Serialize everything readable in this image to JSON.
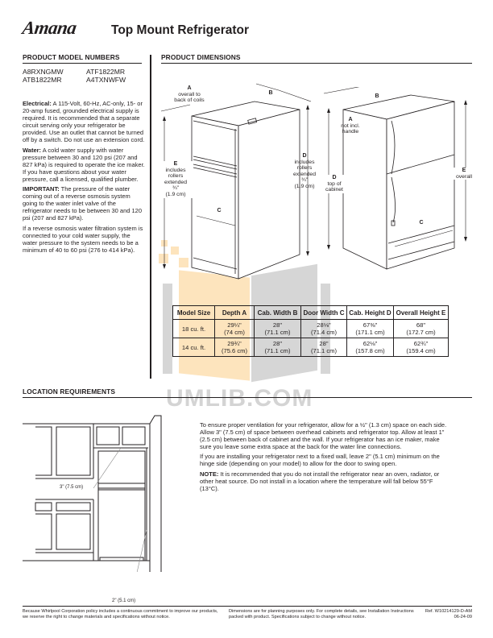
{
  "header": {
    "brand": "Amana",
    "title": "Top Mount Refrigerator"
  },
  "model_numbers": {
    "heading": "PRODUCT MODEL NUMBERS",
    "models": [
      "A8RXNGMW",
      "ATF1822MR",
      "ATB1822MR",
      "A4TXNWFW"
    ]
  },
  "requirements": {
    "electrical_label": "Electrical:",
    "electrical_text": " A 115-Volt, 60-Hz, AC-only, 15- or 20-amp fused, grounded electrical supply is required. It is recommended that a separate circuit serving only your refrigerator be provided. Use an outlet that cannot be turned off by a switch. Do not use an extension cord.",
    "water_label": "Water:",
    "water_text": " A cold water supply with water pressure between 30 and 120 psi (207 and 827 kPa) is required to operate the ice maker. If you have questions about your water pressure, call a licensed, qualified plumber.",
    "important_label": "IMPORTANT:",
    "important_text": " The pressure of the water coming out of a reverse osmosis system going to the water inlet valve of the refrigerator needs to be between 30 and 120 psi (207 and 827 kPa).",
    "ro_text": "If a reverse osmosis water filtration system is connected to your cold water supply, the water pressure to the system needs to be a minimum of 40 to 60 psi (276 to 414 kPa)."
  },
  "dimensions": {
    "heading": "PRODUCT DIMENSIONS",
    "diagram_left": {
      "A_letter": "A",
      "A_desc": "overall to back of coils",
      "B_letter": "B",
      "C_letter": "C",
      "D_letter": "D",
      "D_desc": "includes rollers extended",
      "D_frac": "¾\"",
      "D_cm": "(1.9 cm)",
      "E_letter": "E",
      "E_desc": "includes rollers extended",
      "E_frac": "¾\"",
      "E_cm": "(1.9 cm)"
    },
    "diagram_right": {
      "A_letter": "A",
      "A_desc": "not incl. handle",
      "B_letter": "B",
      "C_letter": "C",
      "D_letter": "D",
      "D_desc": "top of cabinet",
      "E_letter": "E",
      "E_desc": "overall"
    },
    "table": {
      "headers": [
        "Model Size",
        "Depth A",
        "Cab. Width B",
        "Door Width C",
        "Cab. Height D",
        "Overall Height E"
      ],
      "rows": [
        {
          "size": "18 cu. ft.",
          "depth_in": "29¼\"",
          "depth_cm": "(74 cm)",
          "cabw_in": "28\"",
          "cabw_cm": "(71.1 cm)",
          "doorw_in": "28⅛\"",
          "doorw_cm": "(71.4 cm)",
          "cabh_in": "67⅜\"",
          "cabh_cm": "(171.1 cm)",
          "overall_in": "68\"",
          "overall_cm": "(172.7 cm)"
        },
        {
          "size": "14 cu. ft.",
          "depth_in": "29¾\"",
          "depth_cm": "(75.6 cm)",
          "cabw_in": "28\"",
          "cabw_cm": "(71.1 cm)",
          "doorw_in": "28\"",
          "doorw_cm": "(71.1 cm)",
          "cabh_in": "62⅛\"",
          "cabh_cm": "(157.8 cm)",
          "overall_in": "62¾\"",
          "overall_cm": "(159.4 cm)"
        }
      ]
    }
  },
  "location": {
    "heading": "LOCATION REQUIREMENTS",
    "clearance_top": "3\" (7.5 cm)",
    "clearance_side": "2\" (5.1 cm)",
    "para1": "To ensure proper ventilation for your refrigerator, allow for a ½\" (1.3 cm) space on each side. Allow 3\" (7.5 cm) of space between overhead cabinets and refrigerator top. Allow at least 1\" (2.5 cm) between back of cabinet and the wall. If your refrigerator has an ice maker, make sure you leave some extra space at the back for the water line connections.",
    "para2": "If you are installing your refrigerator next to a fixed wall, leave 2\" (5.1 cm) minimum on the hinge side (depending on your model) to allow for the door to swing open.",
    "note_label": "NOTE:",
    "note_text": " It is recommended that you do not install the refrigerator near an oven, radiator, or other heat source. Do not install in a location where the temperature will fall below 55°F (13°C)."
  },
  "watermark": "UMLIB.COM",
  "footer": {
    "left": "Because Whirlpool Corporation policy includes a continuous commitment to improve our products, we reserve the right to change materials and specifications without notice.",
    "middle": "Dimensions are for planning purposes only. For complete details, see Installation Instructions packed with product. Specifications subject to change without notice.",
    "ref": "Ref. W10214129-D-AM",
    "date": "06-24-09"
  }
}
